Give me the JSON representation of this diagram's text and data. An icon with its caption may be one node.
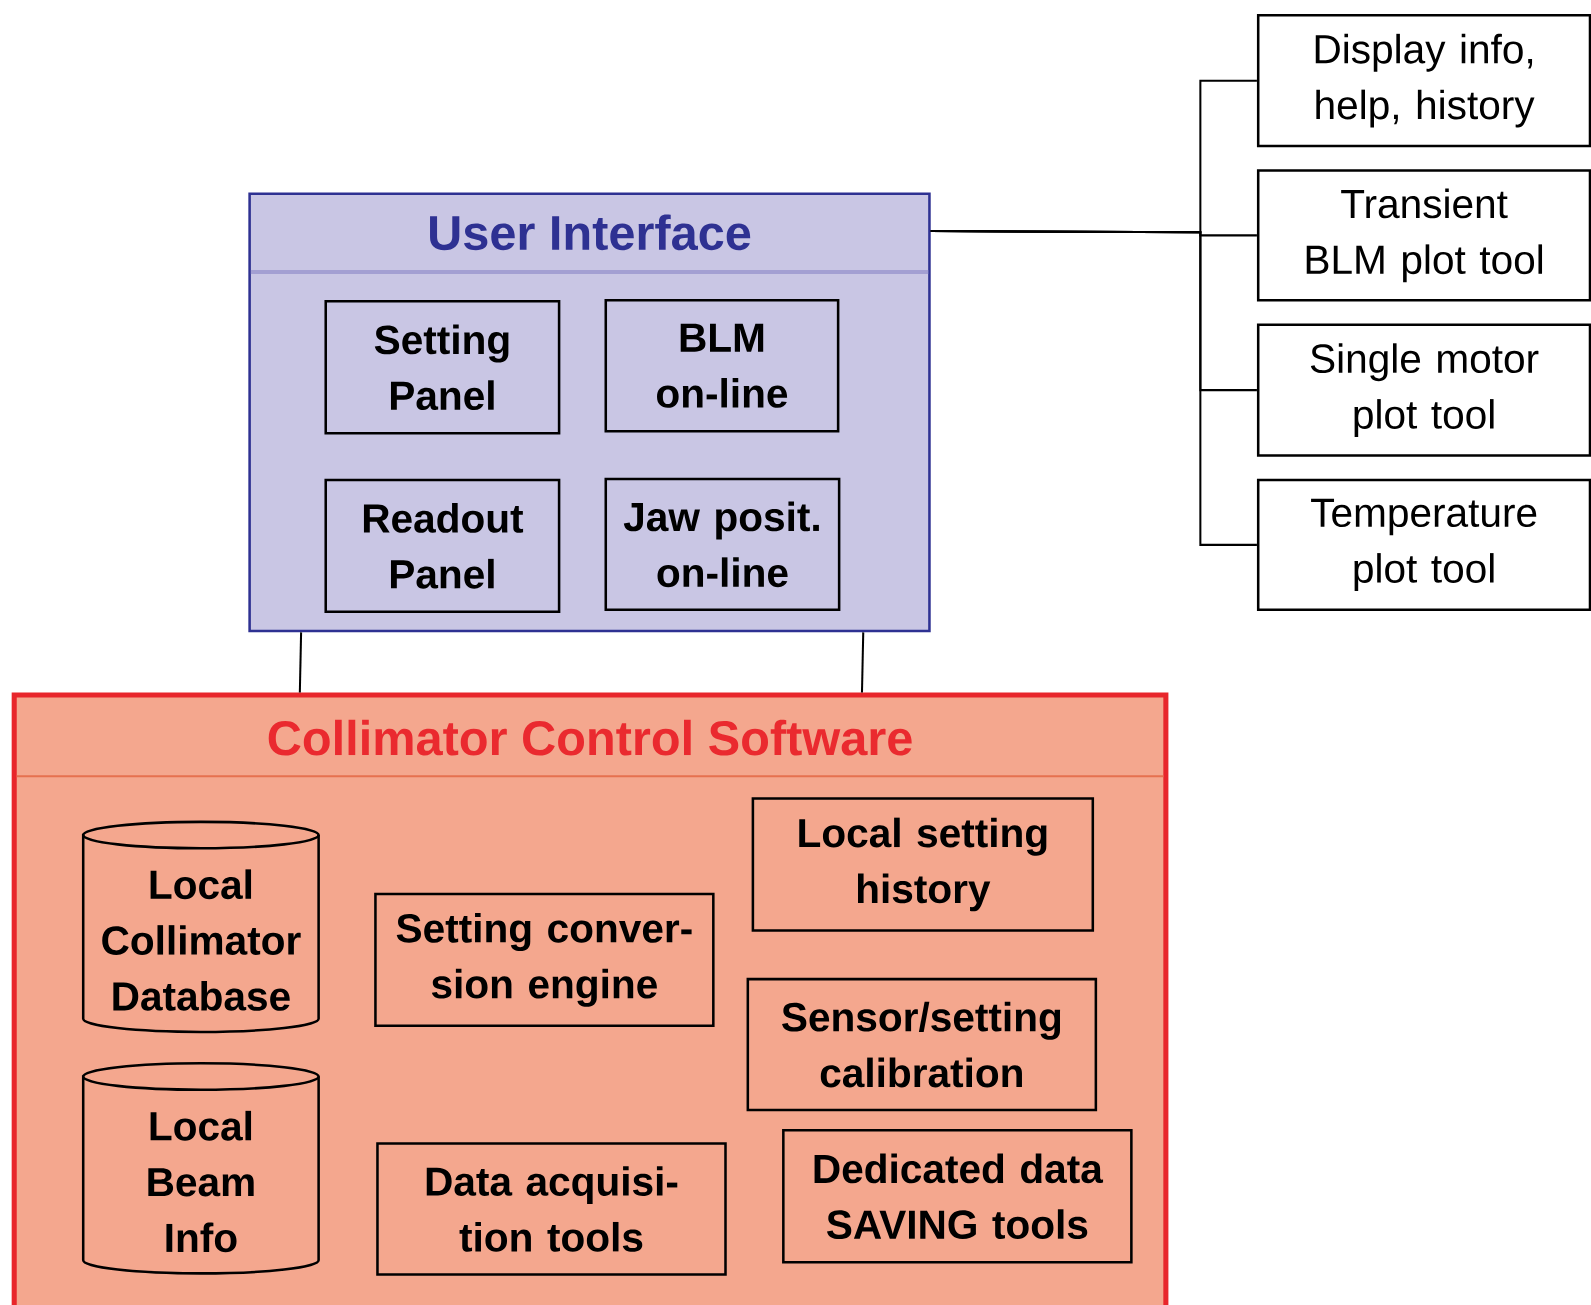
{
  "diagram": {
    "nodes": [
      {
        "text": [
          "User Interface"
        ]
      },
      {
        "text": [
          "Setting Panel"
        ],
        "in": 0
      },
      {
        "text": [
          "BLM on-line"
        ],
        "in": 0
      },
      {
        "text": [
          "Readout Panel"
        ],
        "in": 0
      },
      {
        "text": [
          "Jaw posit. on-line"
        ],
        "in": 0
      },
      {
        "text": [
          "Display info, help, history"
        ]
      },
      {
        "text": [
          "Transient BLM plot tool"
        ]
      },
      {
        "text": [
          "Single motor plot tool"
        ]
      },
      {
        "text": [
          "Temperature plot tool"
        ]
      },
      {
        "text": [
          "Collimator Control Software"
        ]
      },
      {
        "text": [
          "Local Collimator Database"
        ],
        "in": 9
      },
      {
        "text": [
          "Setting conver- sion engine"
        ],
        "in": 9
      },
      {
        "text": [
          "Local setting history"
        ],
        "in": 9
      },
      {
        "text": [
          "Sensor/setting calibration"
        ],
        "in": 9
      },
      {
        "text": [
          "Local Beam Info"
        ],
        "in": 9
      },
      {
        "text": [
          "Data acquisi- tion tools"
        ],
        "in": 9
      },
      {
        "text": [
          "Dedicated data SAVING tools"
        ],
        "in": 9
      }
    ],
    "edges": [
      {
        "from": 0,
        "to": 9,
        "arrow": "none"
      },
      {
        "from": 0,
        "to": 9,
        "arrow": "none"
      },
      {
        "from": 0,
        "to": 5,
        "arrow": "none"
      },
      {
        "from": 0,
        "to": 6,
        "arrow": "none"
      },
      {
        "from": 0,
        "to": 7,
        "arrow": "none"
      },
      {
        "from": 0,
        "to": 8,
        "arrow": "none"
      }
    ]
  }
}
